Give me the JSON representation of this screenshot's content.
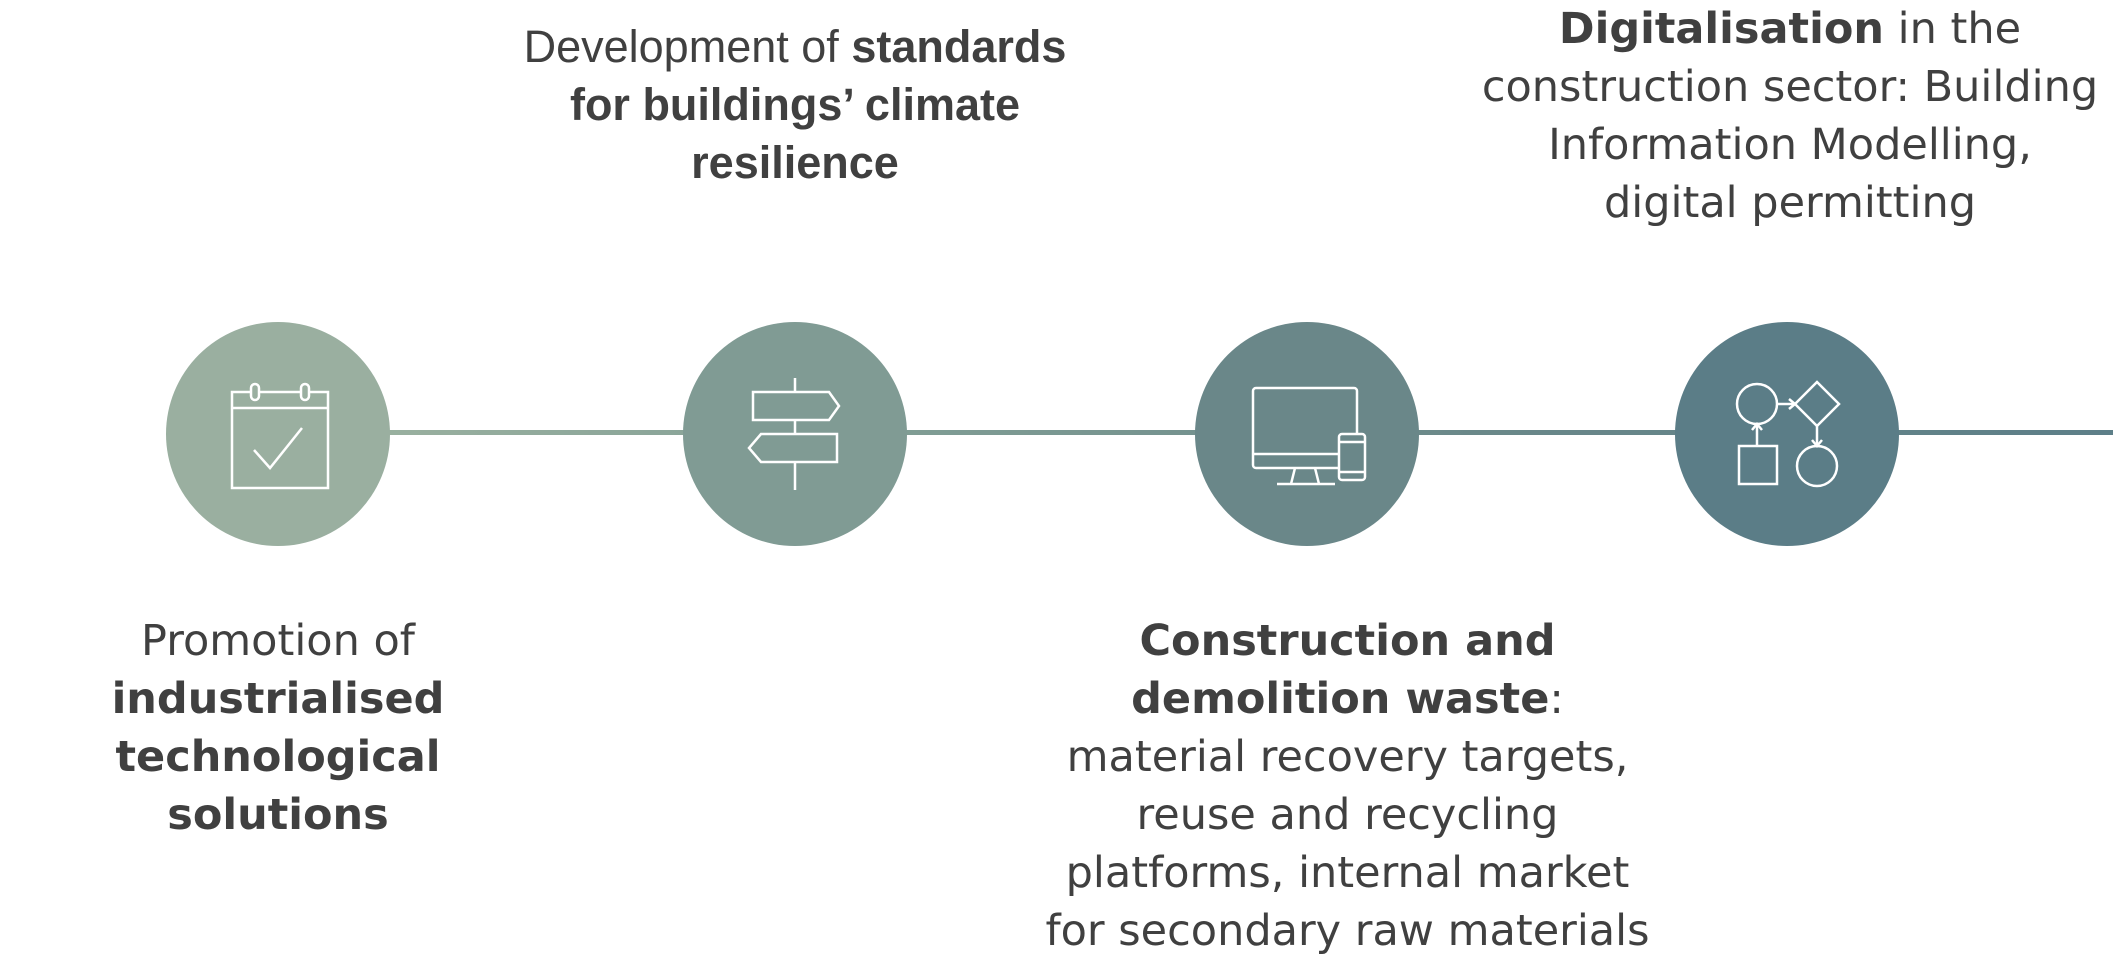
{
  "colors": {
    "node1": "#9aafa0",
    "node2": "#809b94",
    "node3": "#6a8789",
    "node4": "#5b7d87",
    "line": "#7f9c94",
    "text": "#404040"
  },
  "nodes": [
    {
      "icon": "calendar-check-icon",
      "caption": {
        "prefix": "Promotion of",
        "bold": "industrialised technological solutions",
        "suffix": ""
      }
    },
    {
      "icon": "signpost-icon",
      "caption": {
        "prefix": "Development of",
        "bold": "standards for buildings’ climate resilience",
        "suffix": ""
      }
    },
    {
      "icon": "computer-devices-icon",
      "caption": {
        "prefix": "",
        "bold": "Construction and demolition waste",
        "suffix": ": material recovery targets, reuse and recycling platforms, internal market for secondary raw materials"
      }
    },
    {
      "icon": "process-flow-icon",
      "caption": {
        "prefix": "",
        "bold": "Digitalisation",
        "suffix": " in the construction sector: Building Information Modelling, digital permitting"
      }
    }
  ]
}
